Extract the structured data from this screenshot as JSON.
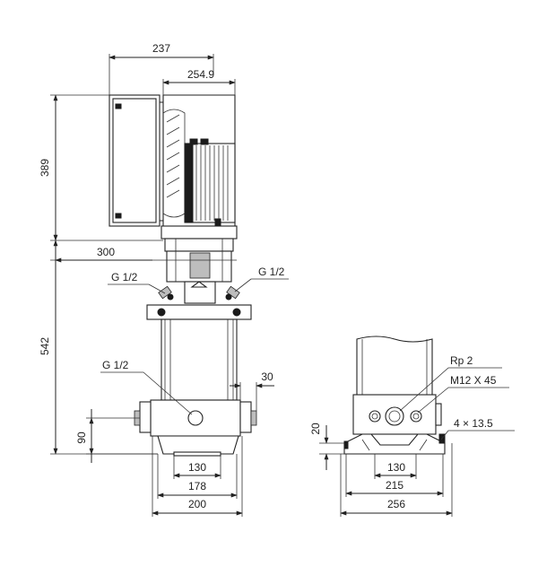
{
  "drawing": {
    "dimensions": {
      "width_237": "237",
      "width_254_9": "254.9",
      "height_389": "389",
      "offset_300": "300",
      "height_542": "542",
      "offset_30": "30",
      "height_90": "90",
      "width_130_front": "130",
      "width_178": "178",
      "width_200": "200",
      "height_20": "20",
      "width_130_side": "130",
      "width_215": "215",
      "width_256": "256"
    },
    "callouts": {
      "g_left_top": "G 1/2",
      "g_right_top": "G 1/2",
      "g_lower": "G 1/2",
      "rp": "Rp 2",
      "bolt": "M12 X 45",
      "holes": "4 × 13.5"
    }
  }
}
